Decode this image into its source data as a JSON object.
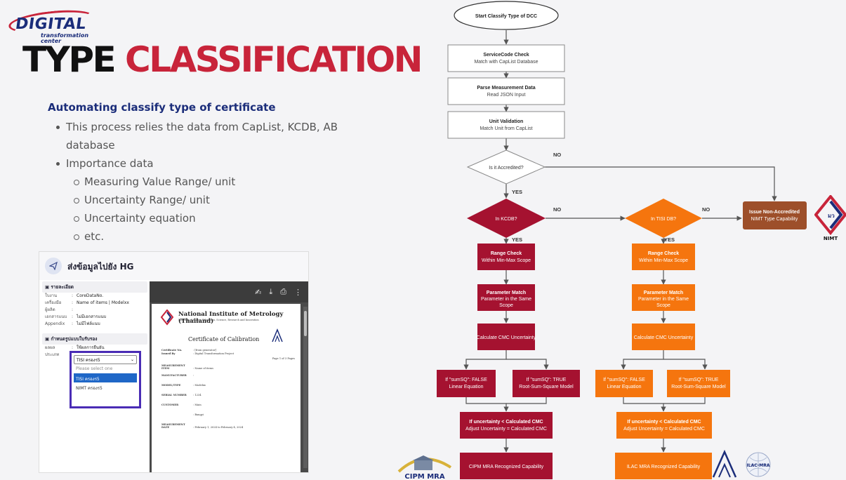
{
  "logo": {
    "word": "DIGITAL",
    "sub1": "transformation",
    "sub2": "center"
  },
  "title": {
    "part1": "TYPE",
    "part2": "CLASSIFICATION"
  },
  "content": {
    "heading": "Automating classify type of certificate",
    "bullets": [
      "This process relies the data from CapList, KCDB, AB database",
      "Importance data"
    ],
    "sub_bullets": [
      "Measuring Value Range/ unit",
      "Uncertainty Range/ unit",
      "Uncertainty equation",
      "etc."
    ]
  },
  "inset": {
    "title": "ส่งข้อมูลไปยัง HG",
    "details_header": "รายละเอียด",
    "details": [
      {
        "k": "ใบงาน",
        "v": "CoreDataNo."
      },
      {
        "k": "เครื่องมือ",
        "v": "Name of items | Modelxx"
      },
      {
        "k": "ผู้ผลิต",
        "v": ""
      },
      {
        "k": "เอกสารแนบ",
        "v": "ไม่มีเอกสารแนบ"
      },
      {
        "k": "Appendix",
        "v": "ไม่มีไฟล์แนบ"
      }
    ],
    "format_header": "กำหนดรูปแบบใบรับรอง",
    "format_rows": [
      {
        "k": "ผลผล",
        "v": "ใช้ผลการยืนยัน"
      },
      {
        "k": "ประเภท",
        "v": ""
      }
    ],
    "select": {
      "value": "TISI ครองร5",
      "placeholder": "Please select one",
      "options": [
        "TISI ครองร5",
        "NIMT ครองร5"
      ]
    },
    "doc": {
      "org": "National Institute of Metrology (Thailand)",
      "org_sub": "Ministry of Higher Education, Science, Research and Innovation",
      "cert_title": "Certificate of Calibration",
      "rows": [
        {
          "k": "Certificate No.",
          "v": ": [from generator]"
        },
        {
          "k": "Issued By",
          "v": ": Digital Transformation Project"
        },
        {
          "k": "",
          "v": "Page 1 of 3 Pages"
        },
        {
          "k": "MEASUREMENT ITEM",
          "v": ": Name of items"
        },
        {
          "k": "MANUFACTURER",
          "v": ":"
        },
        {
          "k": "MODEL/TYPE",
          "v": ": Modelxx"
        },
        {
          "k": "SERIAL NUMBER",
          "v": ": 1234"
        },
        {
          "k": "CUSTOMER",
          "v": ": Main"
        },
        {
          "k": "",
          "v": ": Bangyi"
        },
        {
          "k": "MEASUREMENT DATE",
          "v": ": February 1, 2024 to February 4, 2024"
        }
      ]
    }
  },
  "flowchart": {
    "start": "Start Classify Type of DCC",
    "steps": [
      {
        "title": "ServiceCode Check",
        "sub": "Match with CapList Database"
      },
      {
        "title": "Parse Measurement Data",
        "sub": "Read JSON Input"
      },
      {
        "title": "Unit Validation",
        "sub": "Match Unit from CapList"
      }
    ],
    "decision_accredited": "Is it Accredited?",
    "decision_kcdb": "In KCDB?",
    "decision_tisi": "In TISI DB?",
    "labels": {
      "yes": "YES",
      "no": "NO"
    },
    "non_accredited": {
      "title": "Issue Non-Accredited",
      "sub": "NIMT Type Capability"
    },
    "branch": {
      "range_title": "Range Check",
      "range_sub": "Within Min-Max Scope",
      "param_title": "Parameter Match",
      "param_sub": "Parameter in the Same Scope",
      "calc": "Calculate CMC Uncertainty",
      "false_title": "If \"sumSQ\": FALSE",
      "false_sub": "Linear Equation",
      "true_title": "If \"sumSQ\": TRUE",
      "true_sub": "Root-Sum-Square Model",
      "unc_title": "If uncertainty < Calculated CMC",
      "unc_sub": "Adjust Uncertainty = Calculated CMC"
    },
    "cipm_result": "CIPM MRA Recognized Capability",
    "ilac_result": "ILAC MRA Recognized Capability",
    "colors": {
      "kcdb": "#a51230",
      "tisi": "#f5750e",
      "non_accredited": "#9d4f2a"
    }
  },
  "logos": {
    "nimt": "NIMT",
    "nimt_mark": "มว",
    "cipm": "CIPM MRA",
    "ilac_mra": "ILAC-MRA"
  }
}
